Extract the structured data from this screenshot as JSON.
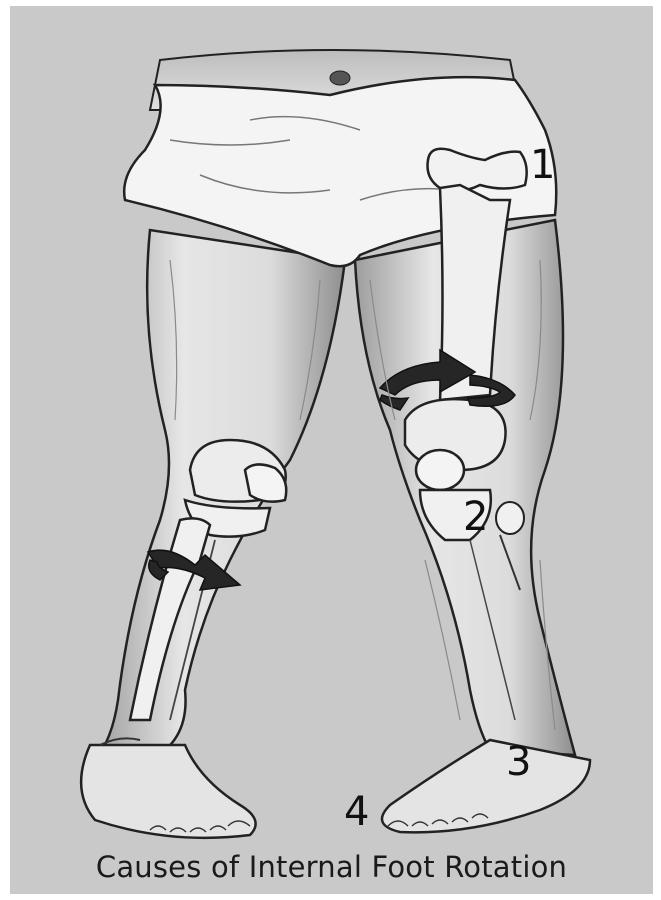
{
  "diagram": {
    "labels": {
      "one": "1",
      "two": "2",
      "three": "3",
      "four": "4"
    },
    "caption": "Causes of Internal Foot Rotation",
    "colors": {
      "background": "#c9c9c9",
      "skin": "#e8e8e8",
      "outline": "#222222",
      "bone": "#f2f2f2",
      "arrow": "#2a2a2a"
    }
  }
}
